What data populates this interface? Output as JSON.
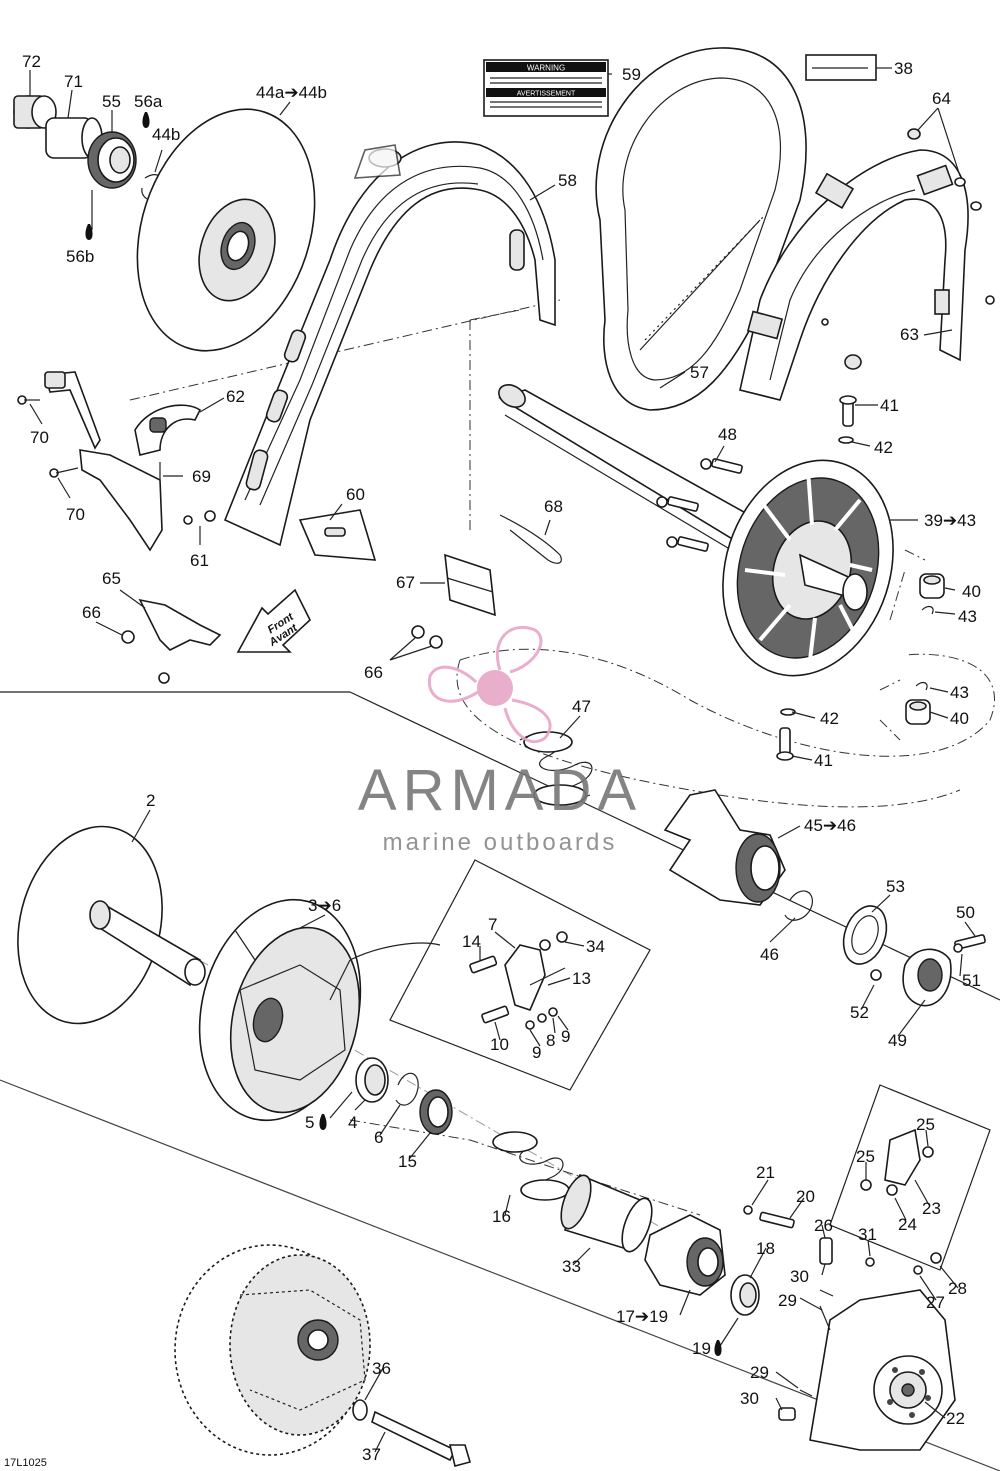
{
  "figure_code": "17L1025",
  "watermark": {
    "title": "ARMADA",
    "subtitle": "marine outboards",
    "accent_color": "#e8a6c8"
  },
  "arrow_glyph": "➔",
  "oil_glyph": "💧",
  "front_label": {
    "line1": "Front",
    "line2": "Avant"
  },
  "warning_label": {
    "heading": "WARNING",
    "heading_fr": "AVERTISSEMENT"
  },
  "callouts": {
    "c72": "72",
    "c71": "71",
    "c55": "55",
    "c56a": "56a",
    "c44b": "44b",
    "c56b": "56b",
    "c44a44b": "44a➔44b",
    "c59": "59",
    "c38": "38",
    "c64": "64",
    "c58": "58",
    "c62": "62",
    "c70a": "70",
    "c69": "69",
    "c70b": "70",
    "c61": "61",
    "c60": "60",
    "c57": "57",
    "c63": "63",
    "c41a": "41",
    "c42a": "42",
    "c48": "48",
    "c3943": "39➔43",
    "c68": "68",
    "c40a": "40",
    "c43a": "43",
    "c65": "65",
    "c66a": "66",
    "c67": "67",
    "c66b": "66",
    "c43b": "43",
    "c40b": "40",
    "c42b": "42",
    "c41b": "41",
    "c47": "47",
    "c2": "2",
    "c4546": "45➔46",
    "c53": "53",
    "c36": "3➔6",
    "c7": "7",
    "c14": "14",
    "c34": "34",
    "c13": "13",
    "c50": "50",
    "c46": "46",
    "c51": "51",
    "c52": "52",
    "c10": "10",
    "c9a": "9",
    "c8": "8",
    "c9b": "9",
    "c49": "49",
    "c5": "5",
    "c4": "4",
    "c6": "6",
    "c15": "15",
    "c25a": "25",
    "c25b": "25",
    "c16": "16",
    "c23": "23",
    "c24": "24",
    "c21": "21",
    "c20": "20",
    "c33": "33",
    "c26": "26",
    "c31": "31",
    "c18": "18",
    "c30a": "30",
    "c28": "28",
    "c27": "27",
    "c29a": "29",
    "c1719": "17➔19",
    "c19": "19",
    "c36b": "36",
    "c29b": "29",
    "c30b": "30",
    "c22": "22",
    "c37": "37"
  }
}
